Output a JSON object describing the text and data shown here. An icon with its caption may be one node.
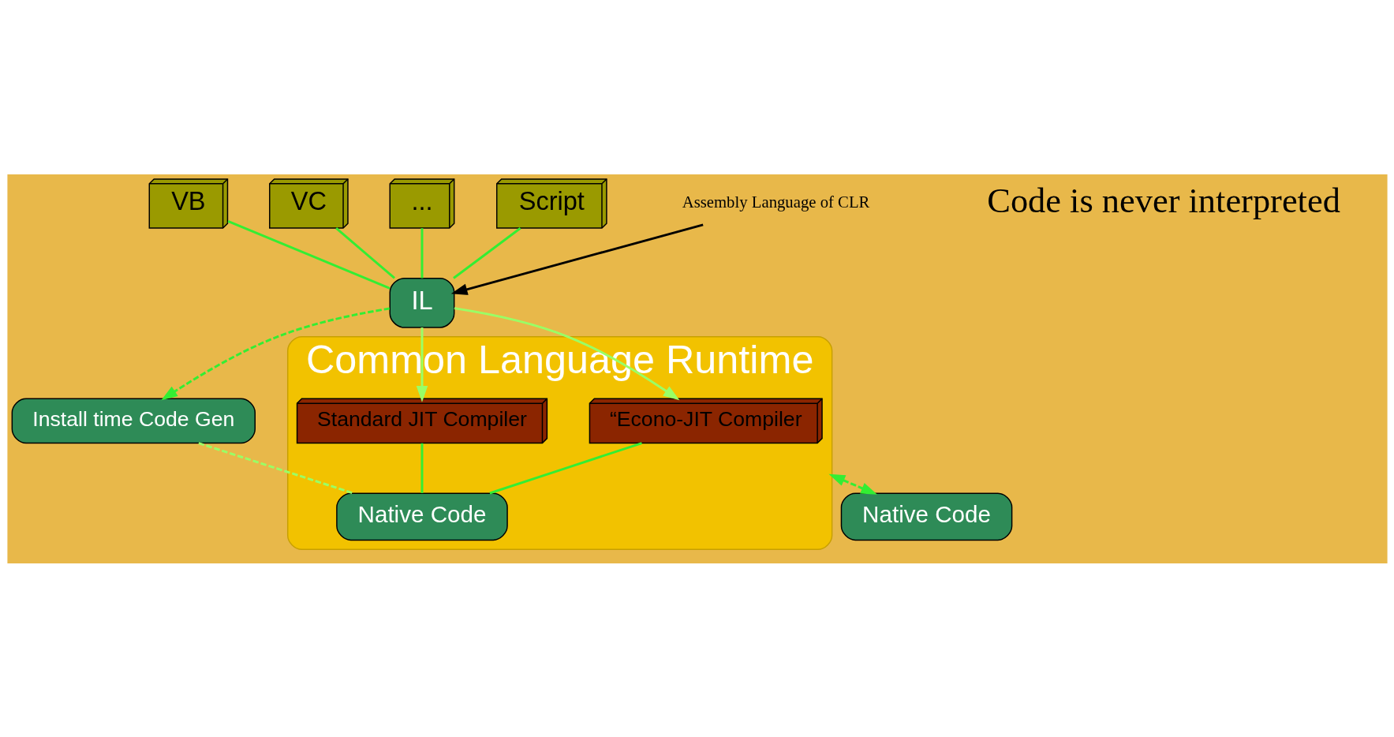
{
  "diagram": {
    "nodes": [
      {
        "text": [
          "VB"
        ]
      },
      {
        "text": [
          "VC"
        ]
      },
      {
        "text": [
          "..."
        ]
      },
      {
        "text": [
          "Script"
        ]
      },
      {
        "text": [
          "Native Code"
        ]
      },
      {
        "text": [
          "Install time Code Gen"
        ]
      },
      {
        "text": [
          "IL"
        ]
      },
      {
        "text": [
          "Assembly Language of CLR"
        ]
      },
      {
        "text": [
          "Common Language Runtime"
        ]
      },
      {
        "text": [
          "“Econo-JIT Compiler"
        ],
        "in": 8
      },
      {
        "text": [
          "Standard JIT Compiler"
        ],
        "in": 8
      },
      {
        "text": [
          "Native Code"
        ],
        "in": 8
      }
    ],
    "edges": [
      {
        "from": 0,
        "to": 6,
        "arrow": "none"
      },
      {
        "from": 1,
        "to": 6,
        "arrow": "none"
      },
      {
        "from": 2,
        "to": 6,
        "arrow": "none"
      },
      {
        "from": 3,
        "to": 6,
        "arrow": "none"
      },
      {
        "from": 7,
        "to": 6,
        "arrow": "to",
        "color": "#000000"
      },
      {
        "from": 6,
        "to": 5,
        "arrow": "to",
        "style": "dashed"
      },
      {
        "from": 6,
        "to": 9,
        "arrow": "to",
        "color": "#99ff66"
      },
      {
        "from": 6,
        "to": 10,
        "arrow": "to",
        "color": "#99ff66"
      },
      {
        "from": 5,
        "to": 11,
        "arrow": "none",
        "style": "dashed",
        "color": "#99ff66"
      },
      {
        "from": 9,
        "to": 11,
        "arrow": "none"
      },
      {
        "from": 10,
        "to": 11,
        "arrow": "none"
      },
      {
        "from": 8,
        "to": 4,
        "arrow": "both",
        "style": "dashed"
      }
    ],
    "labels": [
      "Code is never interpreted"
    ]
  }
}
